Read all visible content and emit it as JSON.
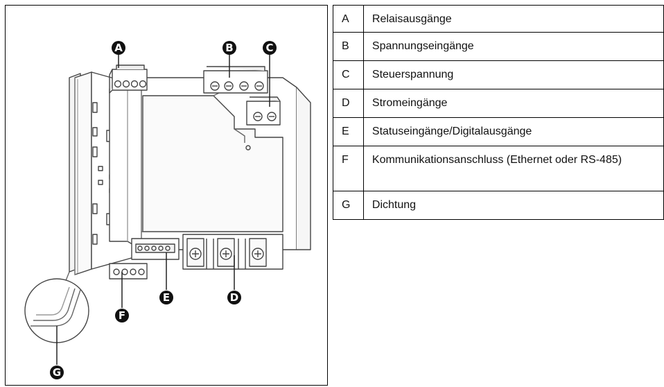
{
  "callouts": {
    "a": "A",
    "b": "B",
    "c": "C",
    "d": "D",
    "e": "E",
    "f": "F",
    "g": "G"
  },
  "legend": [
    {
      "key": "A",
      "label": "Relaisausgänge"
    },
    {
      "key": "B",
      "label": "Spannungseingänge"
    },
    {
      "key": "C",
      "label": "Steuerspannung"
    },
    {
      "key": "D",
      "label": "Stromeingänge"
    },
    {
      "key": "E",
      "label": "Statuseingänge/Digitalausgänge"
    },
    {
      "key": "F",
      "label": "Kommunikationsanschluss (Ethernet oder RS-485)"
    },
    {
      "key": "G",
      "label": "Dichtung"
    }
  ]
}
